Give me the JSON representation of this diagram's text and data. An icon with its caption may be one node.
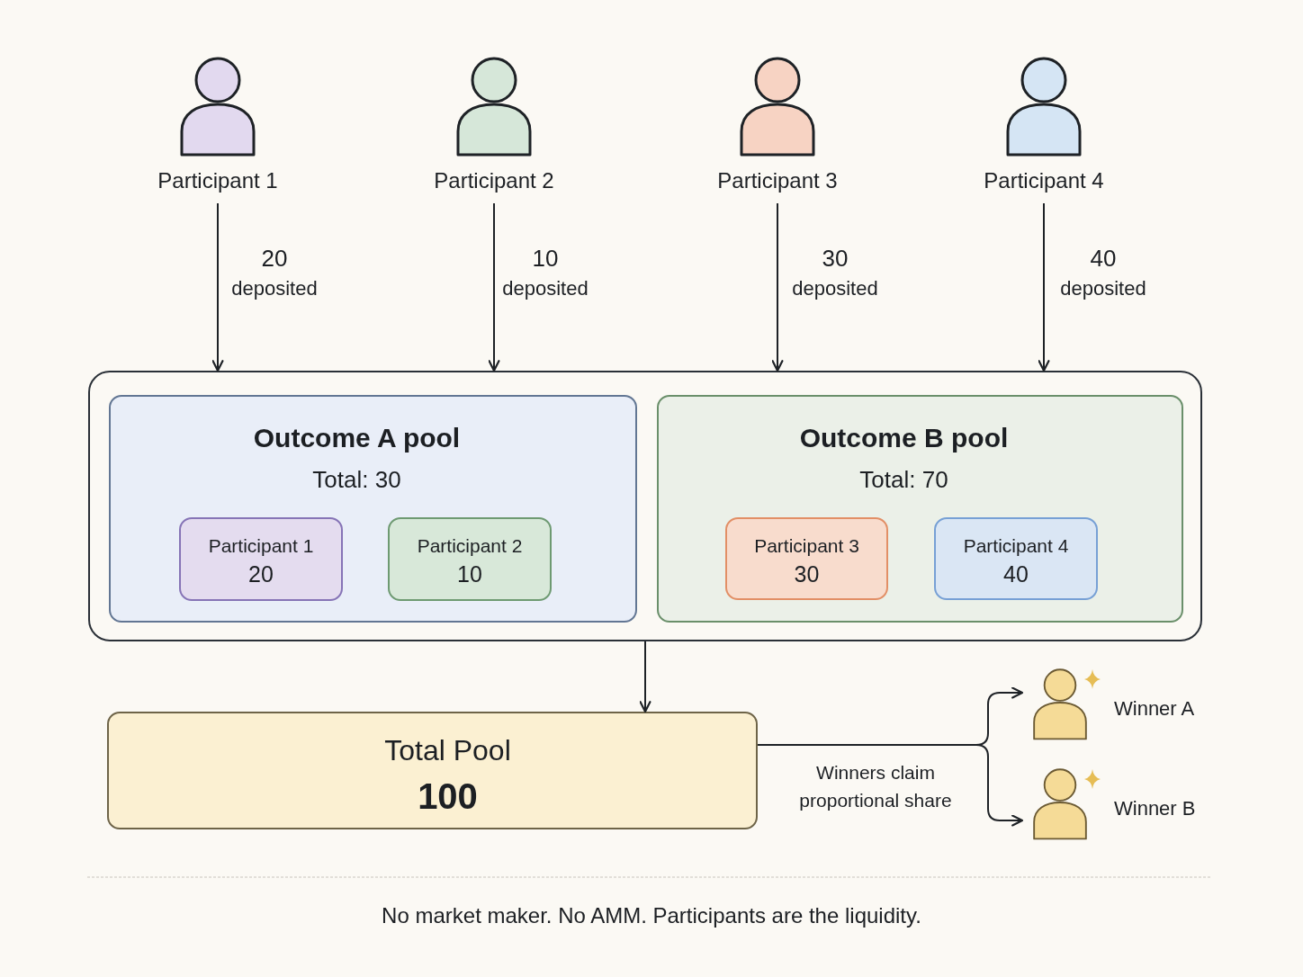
{
  "diagram": {
    "nodes": [
      {
        "text": [
          "Participant 1"
        ]
      },
      {
        "text": [
          "Participant 2"
        ]
      },
      {
        "text": [
          "Participant 3"
        ]
      },
      {
        "text": [
          "Participant 4"
        ]
      },
      {
        "text": [],
        "shape": "box"
      },
      {
        "text": [
          "Outcome A pool",
          "Total: 30"
        ],
        "in": 4
      },
      {
        "text": [
          "Participant 1",
          "20"
        ],
        "in": 5
      },
      {
        "text": [
          "Participant 2",
          "10"
        ],
        "in": 5
      },
      {
        "text": [
          "Outcome B pool",
          "Total: 70"
        ],
        "in": 4
      },
      {
        "text": [
          "Participant 3",
          "30"
        ],
        "in": 8
      },
      {
        "text": [
          "Participant 4",
          "40"
        ],
        "in": 8
      },
      {
        "text": [
          "Total Pool",
          "100"
        ]
      },
      {
        "text": [
          "Winner A"
        ]
      },
      {
        "text": [
          "Winner B"
        ]
      }
    ],
    "edges": [
      {
        "from": 0,
        "to": 4,
        "arrow": "to",
        "label": "20 deposited"
      },
      {
        "from": 1,
        "to": 4,
        "arrow": "to",
        "label": "10 deposited"
      },
      {
        "from": 2,
        "to": 4,
        "arrow": "to",
        "label": "30 deposited"
      },
      {
        "from": 3,
        "to": 4,
        "arrow": "to",
        "label": "40 deposited"
      },
      {
        "from": 4,
        "to": 11,
        "arrow": "to"
      },
      {
        "from": 11,
        "to": 12,
        "arrow": "to"
      },
      {
        "from": 11,
        "to": 13,
        "arrow": "to",
        "label": "Winners claim proportional share"
      }
    ],
    "labels": [
      "No market maker. No AMM. Participants are the liquidity."
    ]
  }
}
